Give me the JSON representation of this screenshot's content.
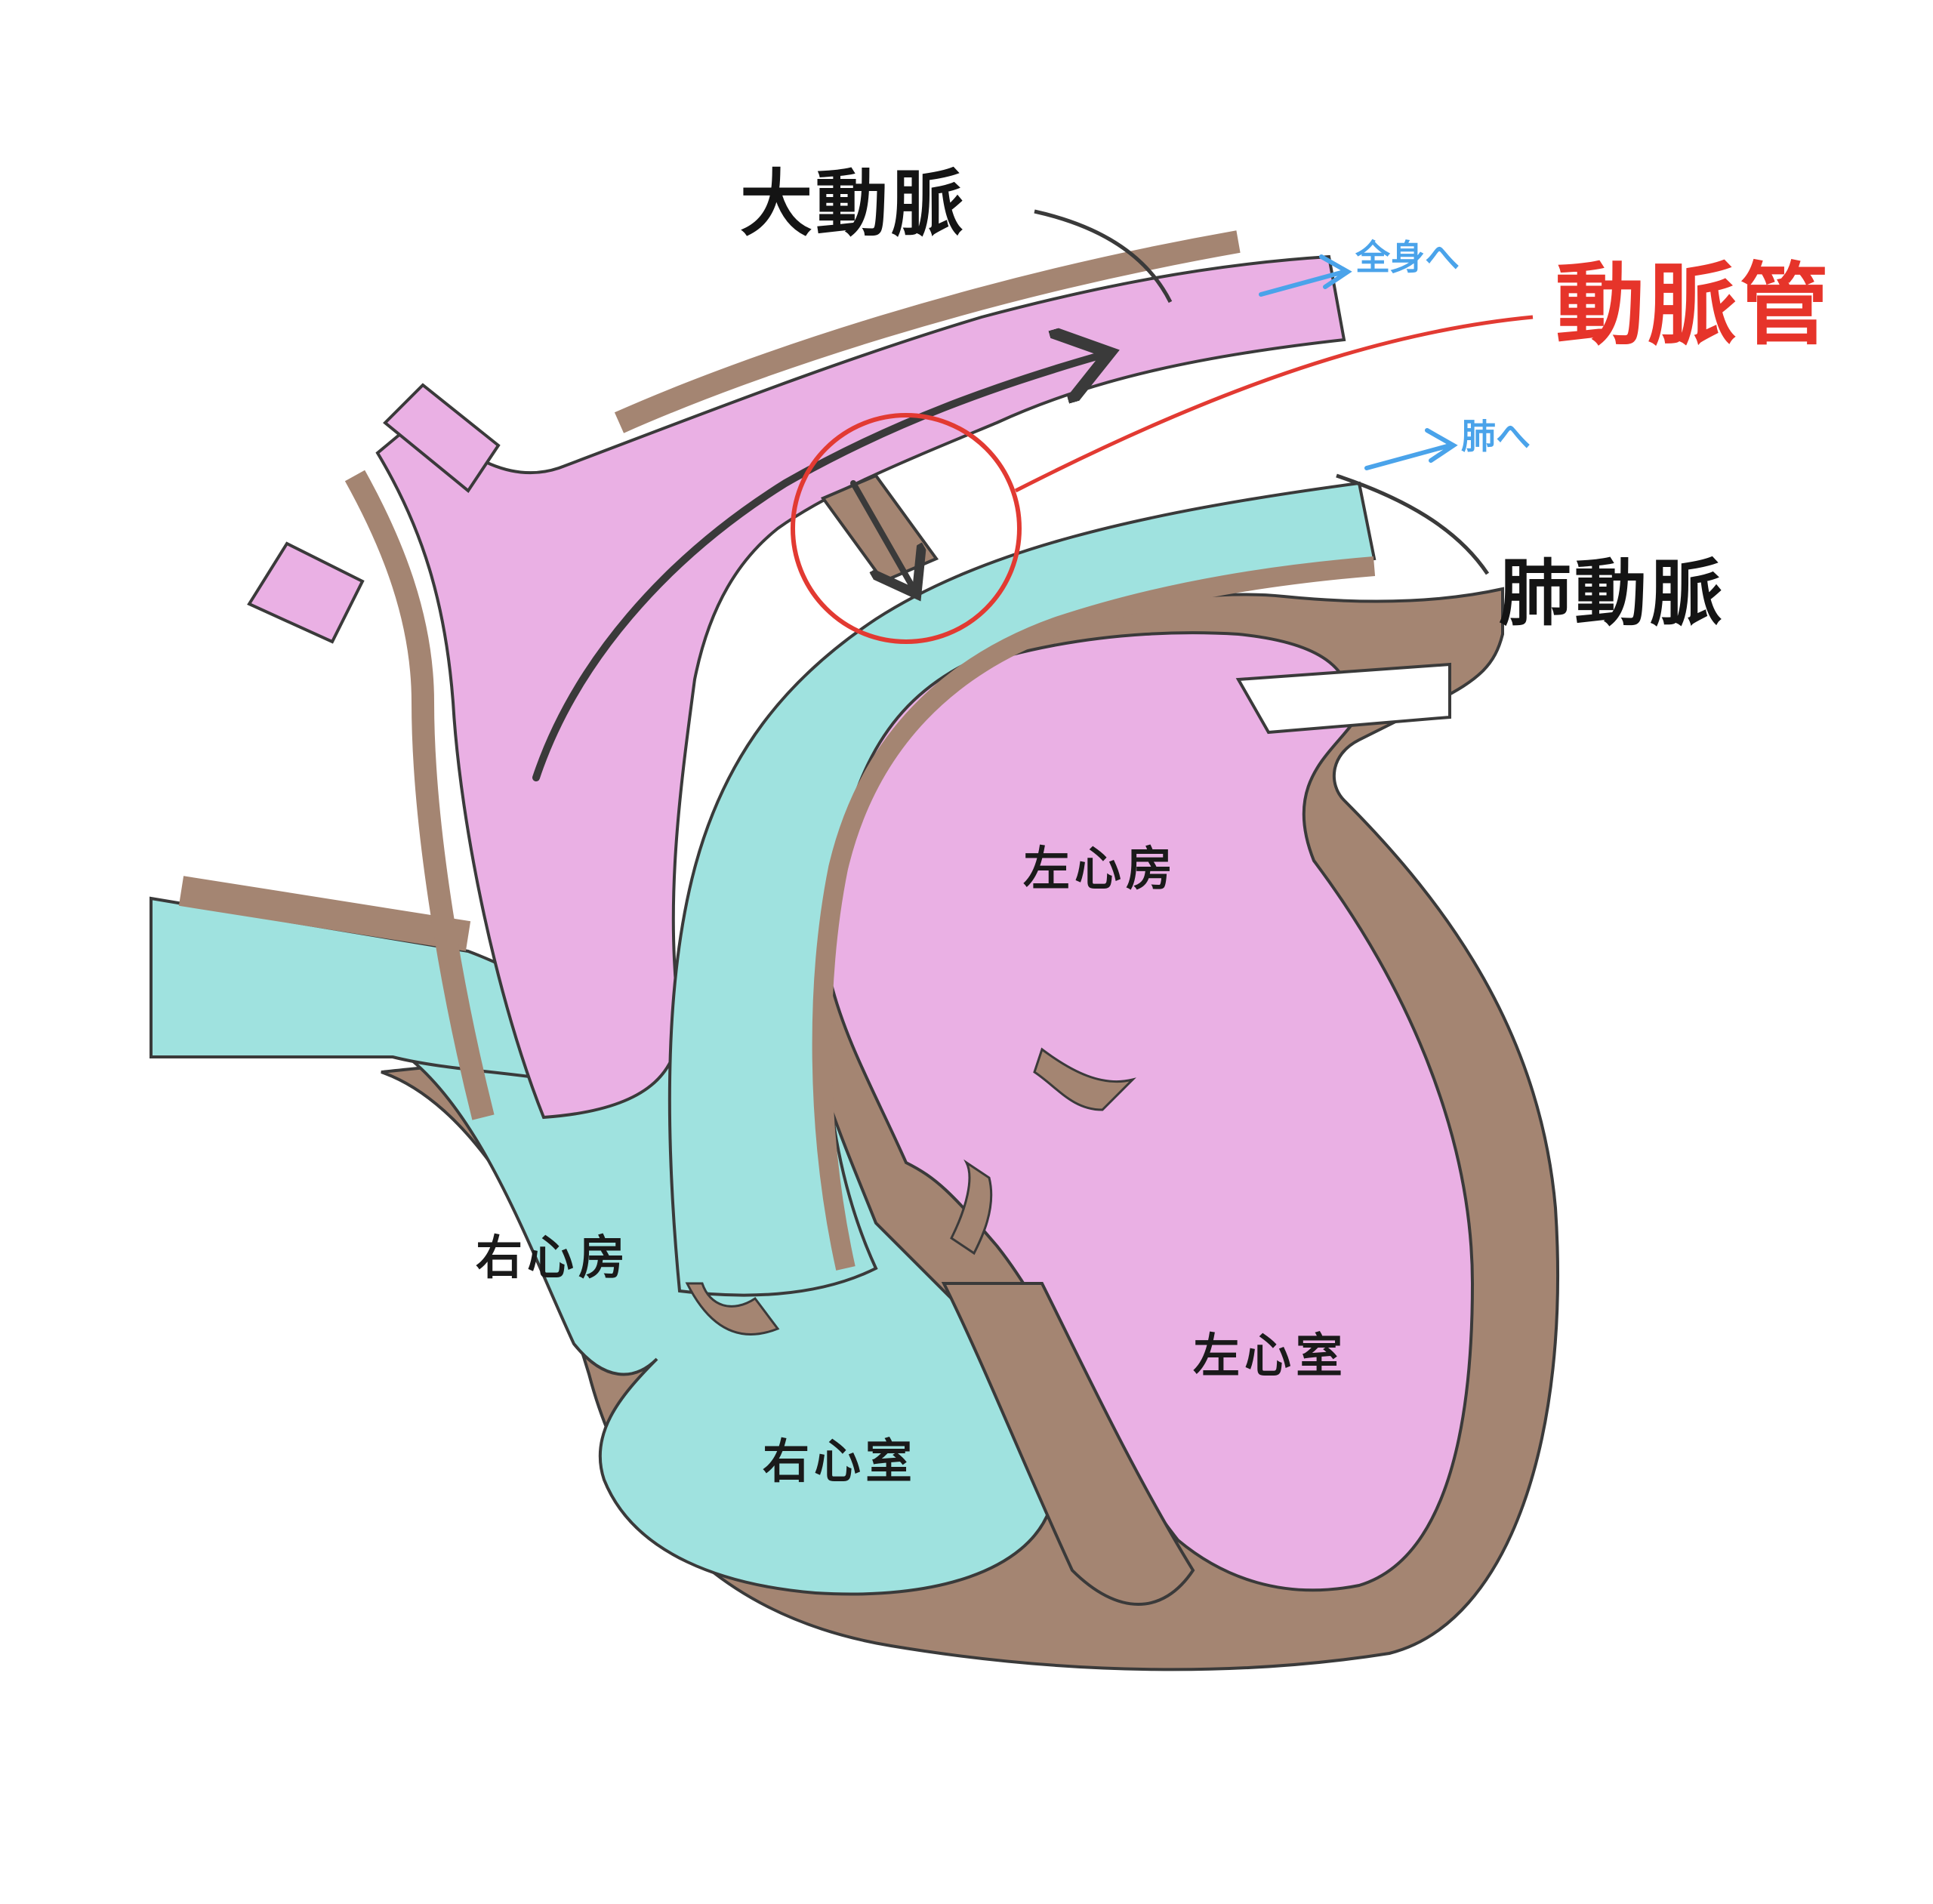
{
  "labels": {
    "aorta": "大動脈",
    "ductus": "動脈管",
    "pulmonary_artery": "肺動脈",
    "to_body": "全身へ",
    "to_lungs": "肺へ",
    "left_atrium": "左心房",
    "right_atrium": "右心房",
    "left_ventricle": "左心室",
    "right_ventricle": "右心室"
  },
  "colors": {
    "oxygenated": "#eab0e4",
    "deoxygenated": "#9fe2df",
    "wall": "#a48572",
    "outline": "#3a3a3a",
    "highlight": "#e23a32",
    "flow_note": "#4aa3ea"
  }
}
